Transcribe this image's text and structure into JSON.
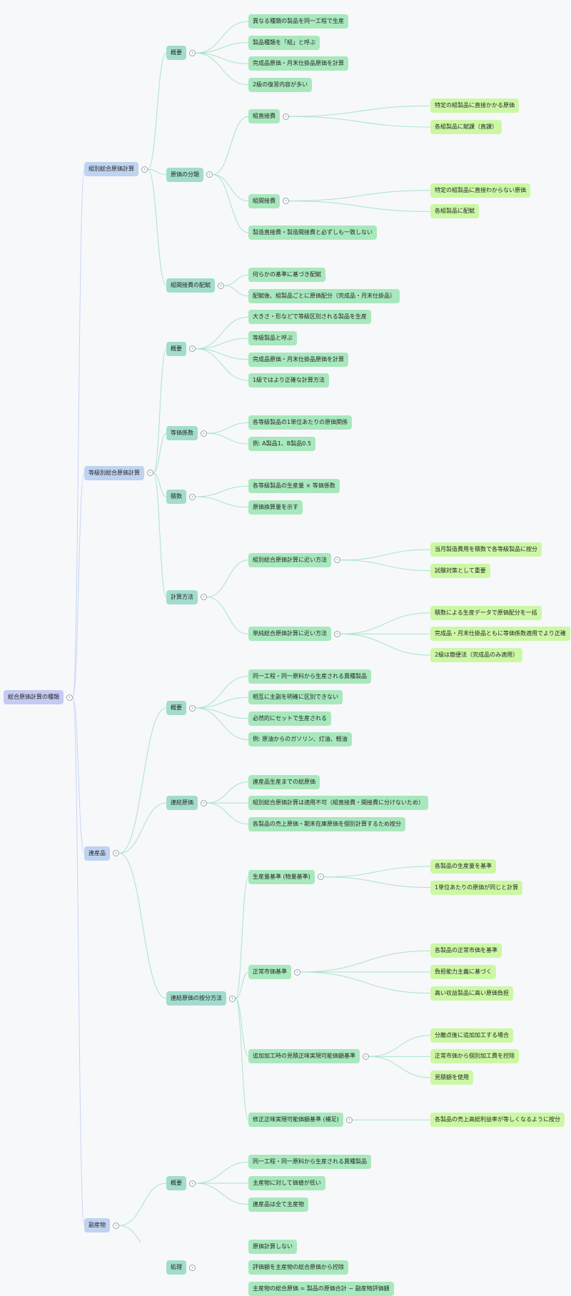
{
  "mindmap": {
    "root": {
      "label": "総合原価計算の種類",
      "children": [
        {
          "label": "組別総合原価計算",
          "children": [
            {
              "label": "概要",
              "children": [
                {
                  "label": "異なる種類の製品を同一工程で生産"
                },
                {
                  "label": "製品種類を「組」と呼ぶ"
                },
                {
                  "label": "完成品原価・月末仕掛品原価を計算"
                },
                {
                  "label": "2級の復習内容が多い"
                }
              ]
            },
            {
              "label": "原価の分類",
              "children": [
                {
                  "label": "組直接費",
                  "children": [
                    {
                      "label": "特定の組製品に直接かかる原価"
                    },
                    {
                      "label": "各組製品に賦課（直課）"
                    }
                  ]
                },
                {
                  "label": "組間接費",
                  "children": [
                    {
                      "label": "特定の組製品に直接わからない原価"
                    },
                    {
                      "label": "各組製品に配賦"
                    }
                  ]
                },
                {
                  "label": "製造直接費・製造間接費と必ずしも一致しない"
                }
              ]
            },
            {
              "label": "組間接費の配賦",
              "children": [
                {
                  "label": "何らかの基準に基づき配賦"
                },
                {
                  "label": "配賦後、組製品ごとに原価配分（完成品・月末仕掛品）"
                }
              ]
            }
          ]
        },
        {
          "label": "等級別総合原価計算",
          "children": [
            {
              "label": "概要",
              "children": [
                {
                  "label": "大きさ・形などで等級区別される製品を生産"
                },
                {
                  "label": "等級製品と呼ぶ"
                },
                {
                  "label": "完成品原価・月末仕掛品原価を計算"
                },
                {
                  "label": "1級ではより正確な計算方法"
                }
              ]
            },
            {
              "label": "等価係数",
              "children": [
                {
                  "label": "各等級製品の1単位あたりの原価関係"
                },
                {
                  "label": "例: A製品1、B製品0.5"
                }
              ]
            },
            {
              "label": "積数",
              "children": [
                {
                  "label": "各等級製品の生産量 × 等価係数"
                },
                {
                  "label": "原価換算量を示す"
                }
              ]
            },
            {
              "label": "計算方法",
              "children": [
                {
                  "label": "組別総合原価計算に近い方法",
                  "children": [
                    {
                      "label": "当月製造費用を積数で各等級製品に按分"
                    },
                    {
                      "label": "試験対策として重要"
                    }
                  ]
                },
                {
                  "label": "単純総合原価計算に近い方法",
                  "children": [
                    {
                      "label": "積数による生産データで原価配分を一括"
                    },
                    {
                      "label": "完成品・月末仕掛品ともに等価係数適用でより正確"
                    },
                    {
                      "label": "2級は簡便法（完成品のみ適用）"
                    }
                  ]
                }
              ]
            }
          ]
        },
        {
          "label": "連産品",
          "children": [
            {
              "label": "概要",
              "children": [
                {
                  "label": "同一工程・同一原料から生産される異種製品"
                },
                {
                  "label": "相互に主副を明確に区別できない"
                },
                {
                  "label": "必然的にセットで生産される"
                },
                {
                  "label": "例: 原油からのガソリン、灯油、軽油"
                }
              ]
            },
            {
              "label": "連結原価",
              "children": [
                {
                  "label": "連産品生産までの総原価"
                },
                {
                  "label": "組別総合原価計算は適用不可（組直接費・間接費に分けないため）"
                },
                {
                  "label": "各製品の売上原価・期末在庫原価を個別計算するため按分"
                }
              ]
            },
            {
              "label": "連結原価の按分方法",
              "children": [
                {
                  "label": "生産量基準 (物量基準)",
                  "children": [
                    {
                      "label": "各製品の生産量を基準"
                    },
                    {
                      "label": "1単位あたりの原価が同じと計算"
                    }
                  ]
                },
                {
                  "label": "正常市価基準",
                  "children": [
                    {
                      "label": "各製品の正常市価を基準"
                    },
                    {
                      "label": "負担能力主義に基づく"
                    },
                    {
                      "label": "高い収益製品に高い原価負担"
                    }
                  ]
                },
                {
                  "label": "追加加工時の見積正味実現可能価額基準",
                  "children": [
                    {
                      "label": "分離点後に追加加工する場合"
                    },
                    {
                      "label": "正常市価から個別加工費を控除"
                    },
                    {
                      "label": "見積額を使用"
                    }
                  ]
                },
                {
                  "label": "修正正味実現可能価額基準 (補足)",
                  "children": [
                    {
                      "label": "各製品の売上高総利益率が等しくなるように按分"
                    }
                  ]
                }
              ]
            }
          ]
        },
        {
          "label": "副産物",
          "children": [
            {
              "label": "概要",
              "children": [
                {
                  "label": "同一工程・同一原料から生産される異種製品"
                },
                {
                  "label": "主産物に対して価値が低い"
                },
                {
                  "label": "連産品は全て主産物"
                }
              ]
            },
            {
              "label": "処理",
              "children": [
                {
                  "label": "原価計算しない"
                },
                {
                  "label": "評価額を主産物の総合原価から控除"
                },
                {
                  "label": "主産物の総合原価 = 製品の原価合計 − 副産物評価額"
                }
              ]
            }
          ]
        }
      ]
    },
    "toggle_glyph": "‹",
    "colors": {
      "level0": "#c5caf3",
      "level1": "#bed3ef",
      "level2": "#a2dcce",
      "level3": "#a8e8bd",
      "level4": "#ccf8a6",
      "edge_level1": "#c6d4f7",
      "edge_deep": "#a9e3cc",
      "background": "#f7f8fa"
    }
  }
}
